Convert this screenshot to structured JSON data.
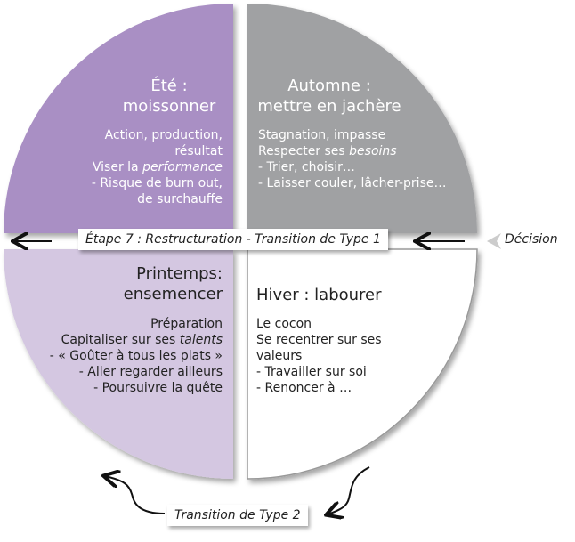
{
  "colors": {
    "summer": "#a98fc4",
    "autumn": "#a0a1a3",
    "spring": "#d4c7e1",
    "winter": "#ffffff"
  },
  "summer": {
    "title": [
      "Été :",
      "moissonner"
    ],
    "lines": [
      "Action, production,",
      "résultat",
      "Viser la ",
      "performance",
      "- Risque de burn out,",
      "de surchauffe"
    ]
  },
  "autumn": {
    "title": [
      "Automne :",
      "mettre en jachère"
    ],
    "lines": [
      "Stagnation, impasse",
      "Respecter ses ",
      "besoins",
      "- Trier, choisir…",
      "- Laisser couler, lâcher-prise…"
    ]
  },
  "spring": {
    "title": [
      "Printemps:",
      "ensemencer"
    ],
    "lines": [
      "Préparation",
      "Capitaliser sur ses ",
      "talents",
      "- « Goûter à tous les plats »",
      "- Aller regarder ailleurs",
      "- Poursuivre la quête"
    ]
  },
  "winter": {
    "title": "Hiver : labourer",
    "lines": [
      "Le cocon",
      "Se recentrer sur ses",
      "valeurs",
      "- Travailler sur soi",
      "- Renoncer à …"
    ]
  },
  "transition1": "Étape 7 : Restructuration - Transition de Type 1",
  "decision": "Décision",
  "transition2": "Transition de Type 2"
}
